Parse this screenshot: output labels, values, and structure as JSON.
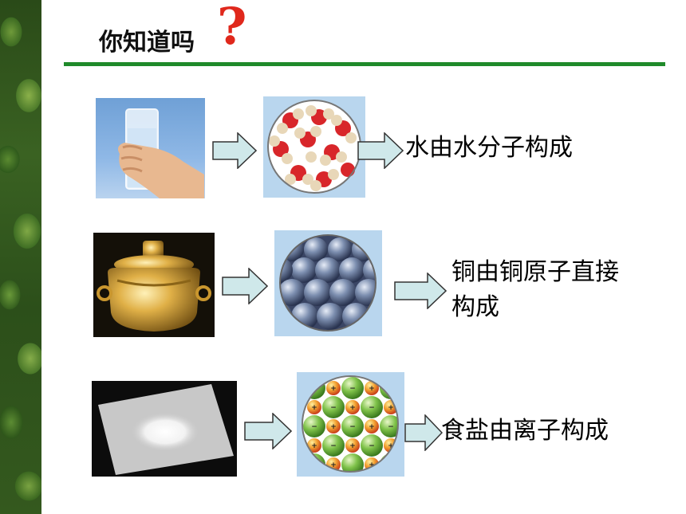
{
  "slide": {
    "title": "你知道吗",
    "title_mark": "?"
  },
  "rows": [
    {
      "photo": "glass-of-water-photo",
      "model": "water-molecule-model",
      "label": "水由水分子构成"
    },
    {
      "photo": "copper-pot-photo",
      "model": "copper-atom-model",
      "label": "铜由铜原子直接构成"
    },
    {
      "photo": "table-salt-photo",
      "model": "salt-ion-model",
      "label": "食盐由离子构成"
    }
  ],
  "colors": {
    "title_line": "#1f8a2a",
    "question_mark": "#e0281c",
    "arrow_fill": "#cfe8ea",
    "arrow_stroke": "#333333"
  }
}
